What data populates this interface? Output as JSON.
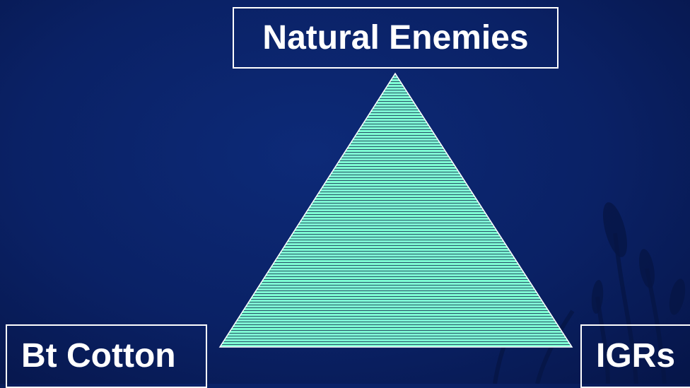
{
  "slide": {
    "top_label": "Natural Enemies",
    "left_label": "Bt Cotton",
    "right_label": "IGRs"
  },
  "colors": {
    "background": "#0a2165",
    "triangle_fill": "#7fffd4",
    "triangle_hatch": "#1a3a5a",
    "box_border": "#ffffff",
    "text": "#ffffff"
  }
}
